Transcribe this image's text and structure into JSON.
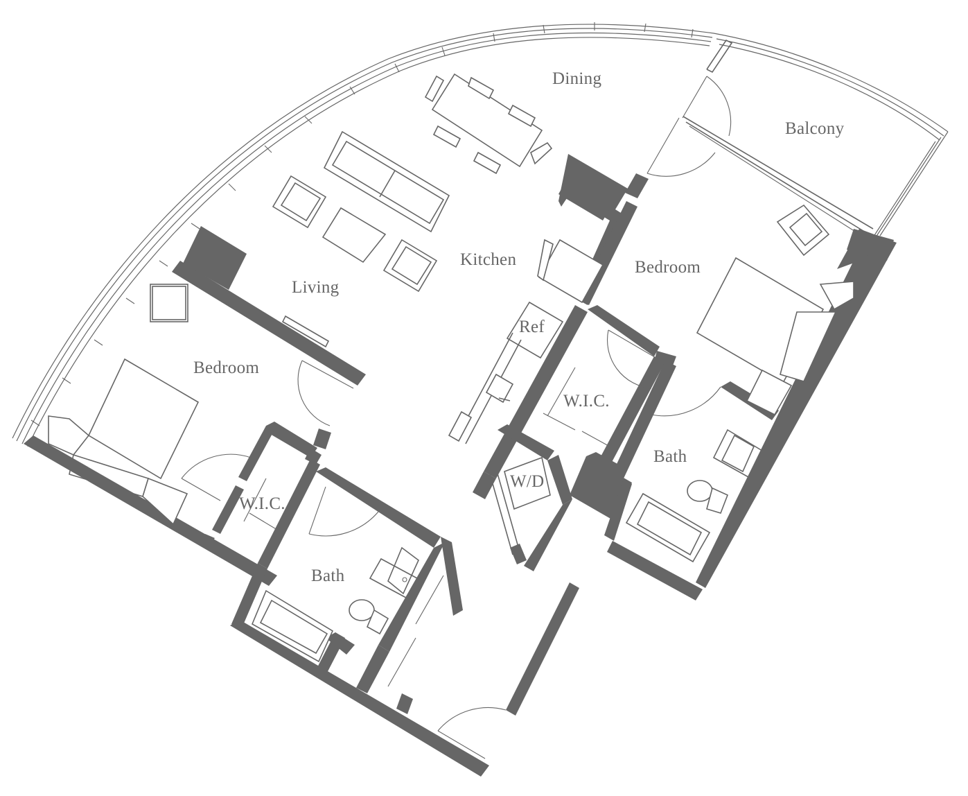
{
  "floor_plan": {
    "colors": {
      "wall": "#666666",
      "line": "#666666",
      "background": "#ffffff"
    },
    "rooms": {
      "dining": "Dining",
      "balcony": "Balcony",
      "kitchen": "Kitchen",
      "living": "Living",
      "bedroom_right": "Bedroom",
      "bedroom_left": "Bedroom",
      "ref": "Ref",
      "wic_right": "W.I.C.",
      "wic_left": "W.I.C.",
      "wd": "W/D",
      "bath_right": "Bath",
      "bath_left": "Bath"
    }
  }
}
